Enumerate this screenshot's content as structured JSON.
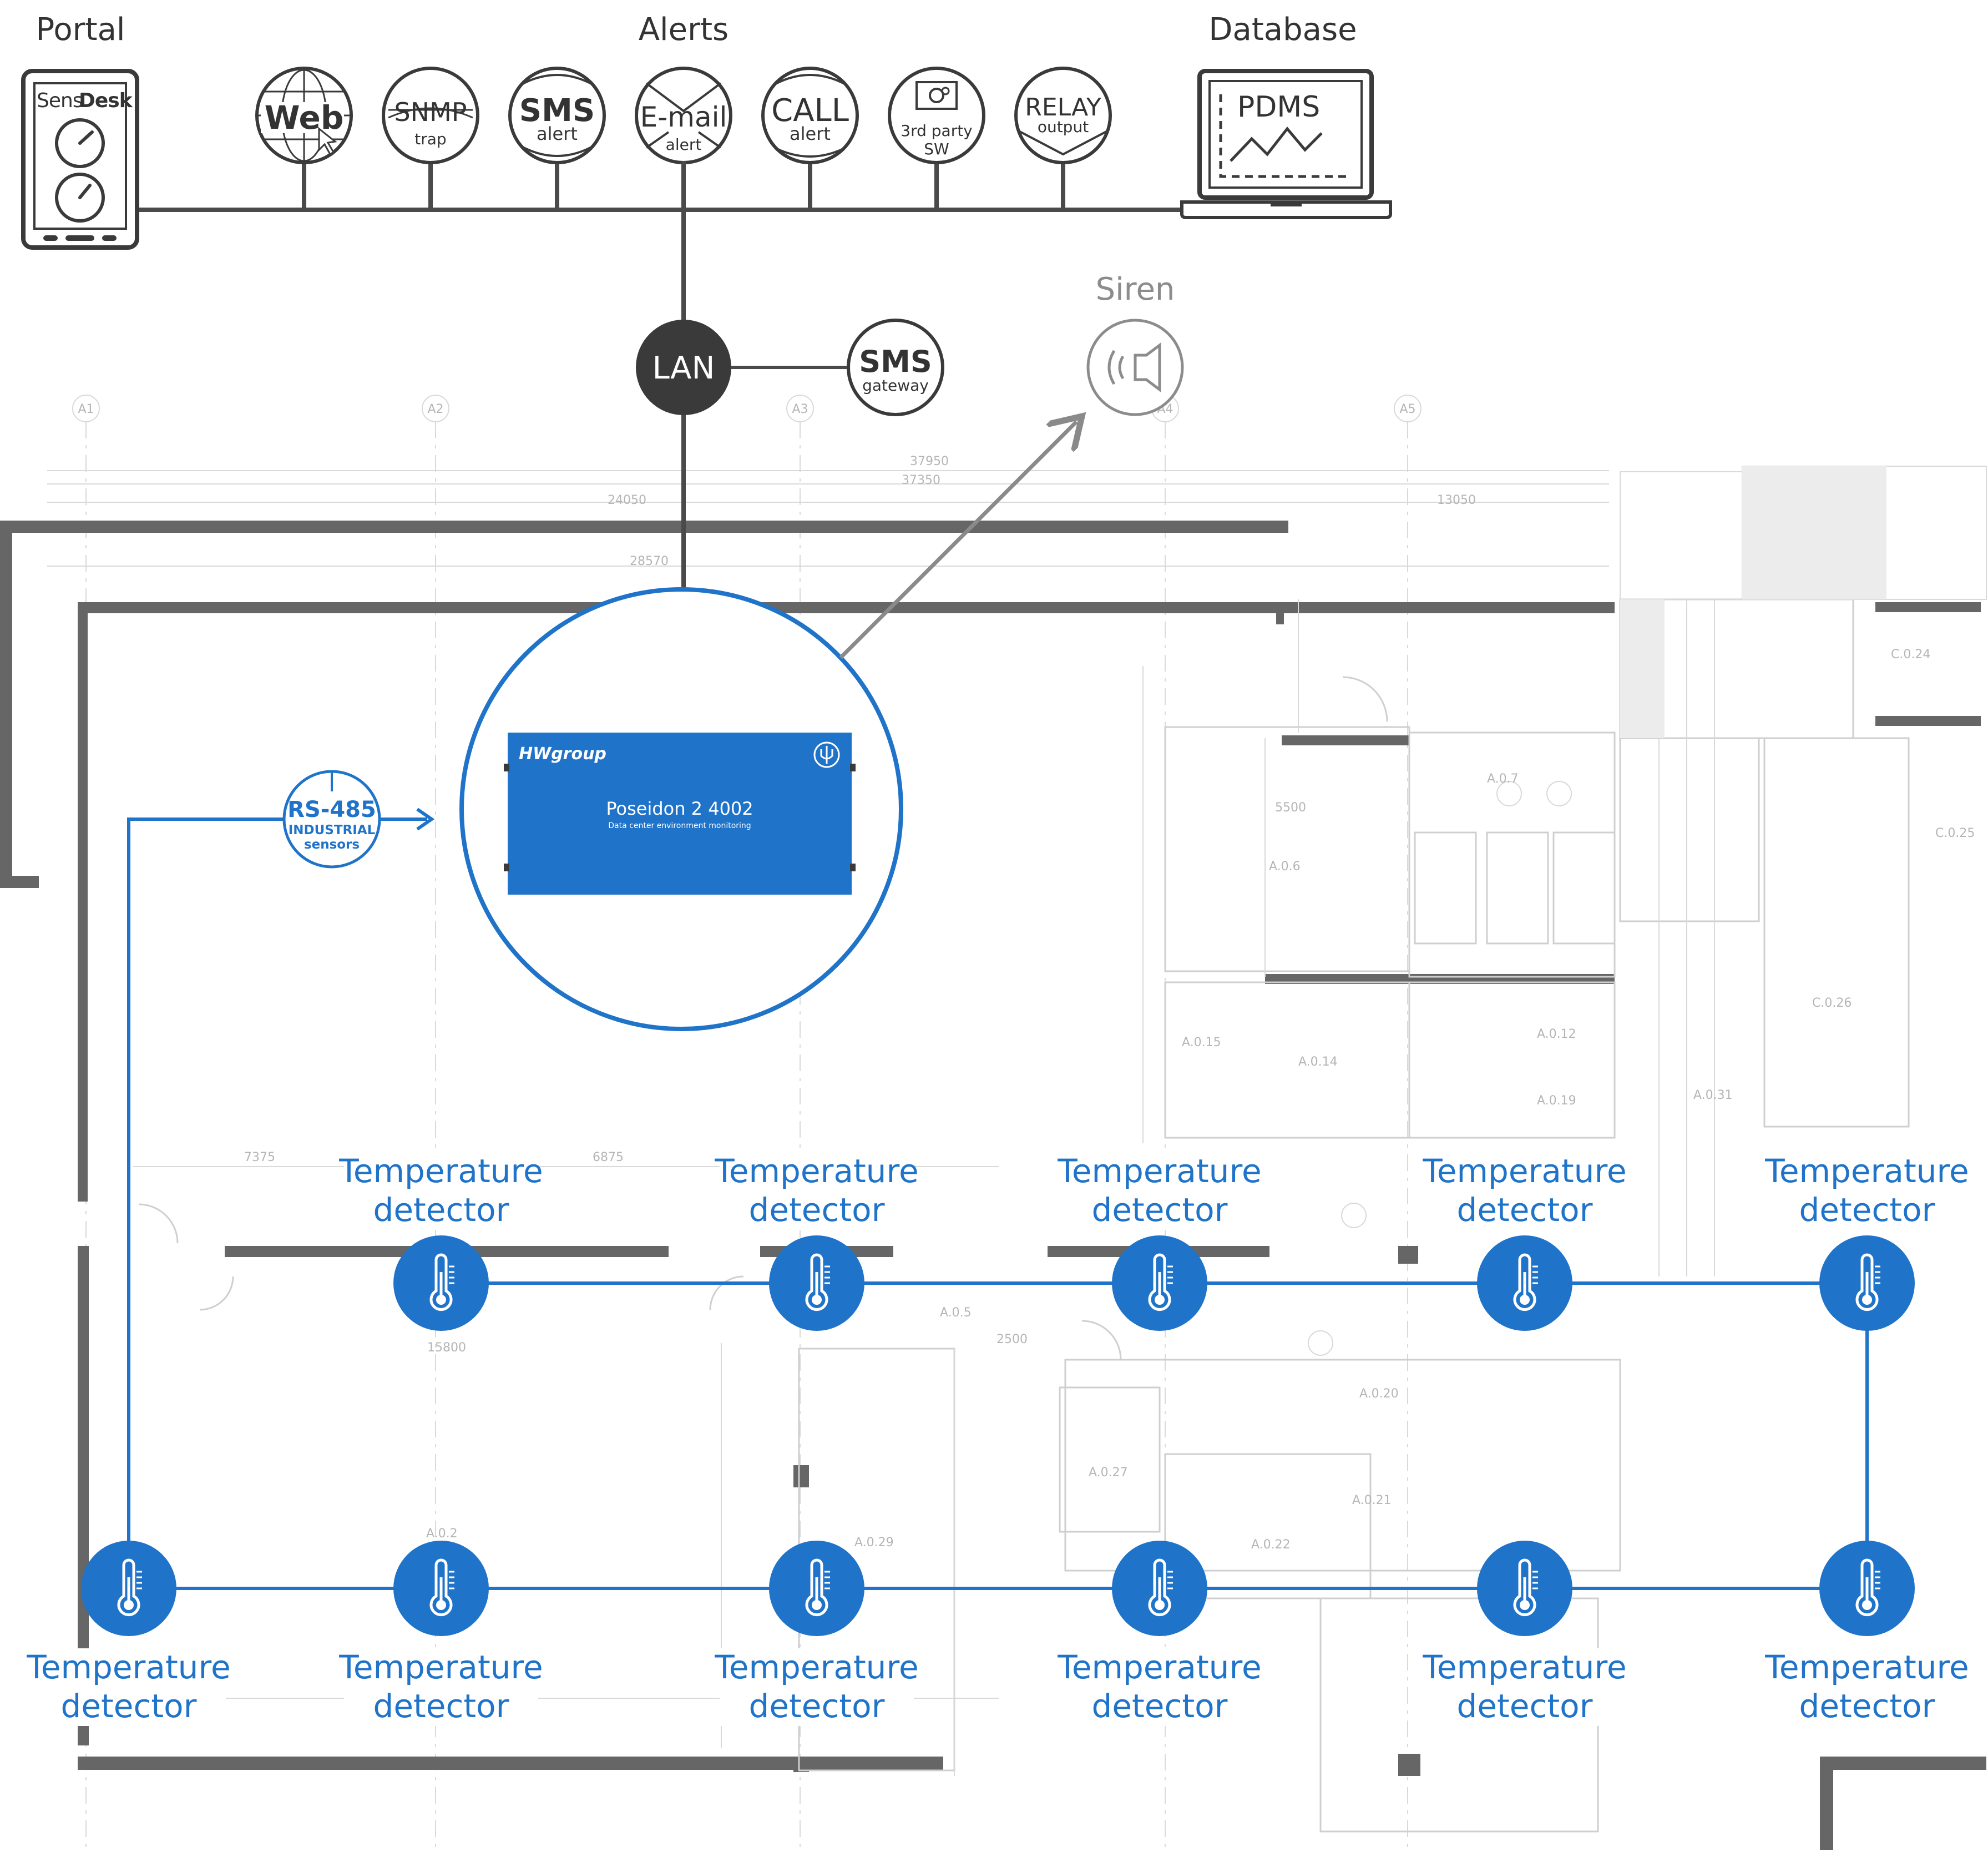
{
  "sections": {
    "portal": "Portal",
    "alerts": "Alerts",
    "database": "Database",
    "siren": "Siren"
  },
  "portal_device": {
    "brand_left": "Sens",
    "brand_right": "Desk"
  },
  "alerts": [
    {
      "main": "Web",
      "sub": "",
      "icon": "globe-icon"
    },
    {
      "main": "SNMP",
      "sub": "trap",
      "icon": "snmp-icon"
    },
    {
      "main": "SMS",
      "sub": "alert",
      "icon": "sms-icon"
    },
    {
      "main": "E-mail",
      "sub": "alert",
      "icon": "envelope-icon"
    },
    {
      "main": "CALL",
      "sub": "alert",
      "icon": "phone-icon"
    },
    {
      "main": "3rd party",
      "sub": "SW",
      "icon": "gear-monitor-icon"
    },
    {
      "main": "RELAY",
      "sub": "output",
      "icon": "relay-icon"
    }
  ],
  "database_screen": "PDMS",
  "lan": "LAN",
  "sms_gateway": {
    "main": "SMS",
    "sub": "gateway"
  },
  "device": {
    "brand": "HWgroup",
    "model": "Poseidon 2 4002",
    "tagline": "Data center environment monitoring"
  },
  "rs485": {
    "main": "RS-485",
    "line1": "INDUSTRIAL",
    "line2": "sensors"
  },
  "detectors": [
    {
      "line1": "Temperature",
      "line2": "detector"
    },
    {
      "line1": "Temperature",
      "line2": "detector"
    },
    {
      "line1": "Temperature",
      "line2": "detector"
    },
    {
      "line1": "Temperature",
      "line2": "detector"
    },
    {
      "line1": "Temperature",
      "line2": "detector"
    },
    {
      "line1": "Temperature",
      "line2": "detector"
    },
    {
      "line1": "Temperature",
      "line2": "detector"
    },
    {
      "line1": "Temperature",
      "line2": "detector"
    },
    {
      "line1": "Temperature",
      "line2": "detector"
    },
    {
      "line1": "Temperature",
      "line2": "detector"
    },
    {
      "line1": "Temperature",
      "line2": "detector"
    }
  ],
  "plan": {
    "grid": [
      "A1",
      "A2",
      "A3",
      "A4",
      "A5"
    ],
    "rooms": [
      "A.0.5",
      "A.0.6",
      "A.0.7",
      "A.0.2",
      "A.0.29",
      "A.0.27",
      "A.0.31",
      "A.0.14",
      "A.0.15",
      "A.0.20",
      "A.0.21",
      "A.0.22",
      "A.0.12",
      "A.0.19",
      "C.0.24",
      "C.0.25",
      "C.0.26"
    ],
    "dims": [
      "37950",
      "37350",
      "24050",
      "13050",
      "28570",
      "15800",
      "7375",
      "6875",
      "2500",
      "5500"
    ]
  },
  "colors": {
    "accent": "#1f73c9",
    "dark": "#3a3a3a",
    "line": "#666666"
  }
}
